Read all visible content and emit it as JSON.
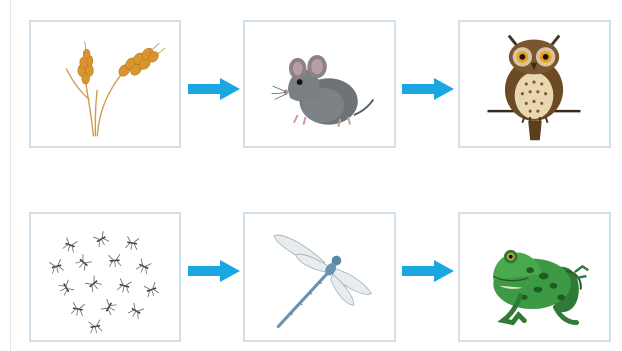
{
  "colors": {
    "panel_border": "#d2e0ea",
    "arrow": "#1aa6e0"
  },
  "food_chains": [
    {
      "links": [
        {
          "organism": "wheat",
          "icon": "wheat-icon"
        },
        {
          "organism": "mouse",
          "icon": "mouse-icon"
        },
        {
          "organism": "owl",
          "icon": "owl-icon"
        }
      ]
    },
    {
      "links": [
        {
          "organism": "mosquitoes",
          "icon": "mosquitoes-icon"
        },
        {
          "organism": "dragonfly",
          "icon": "dragonfly-icon"
        },
        {
          "organism": "frog",
          "icon": "frog-icon"
        }
      ]
    }
  ]
}
